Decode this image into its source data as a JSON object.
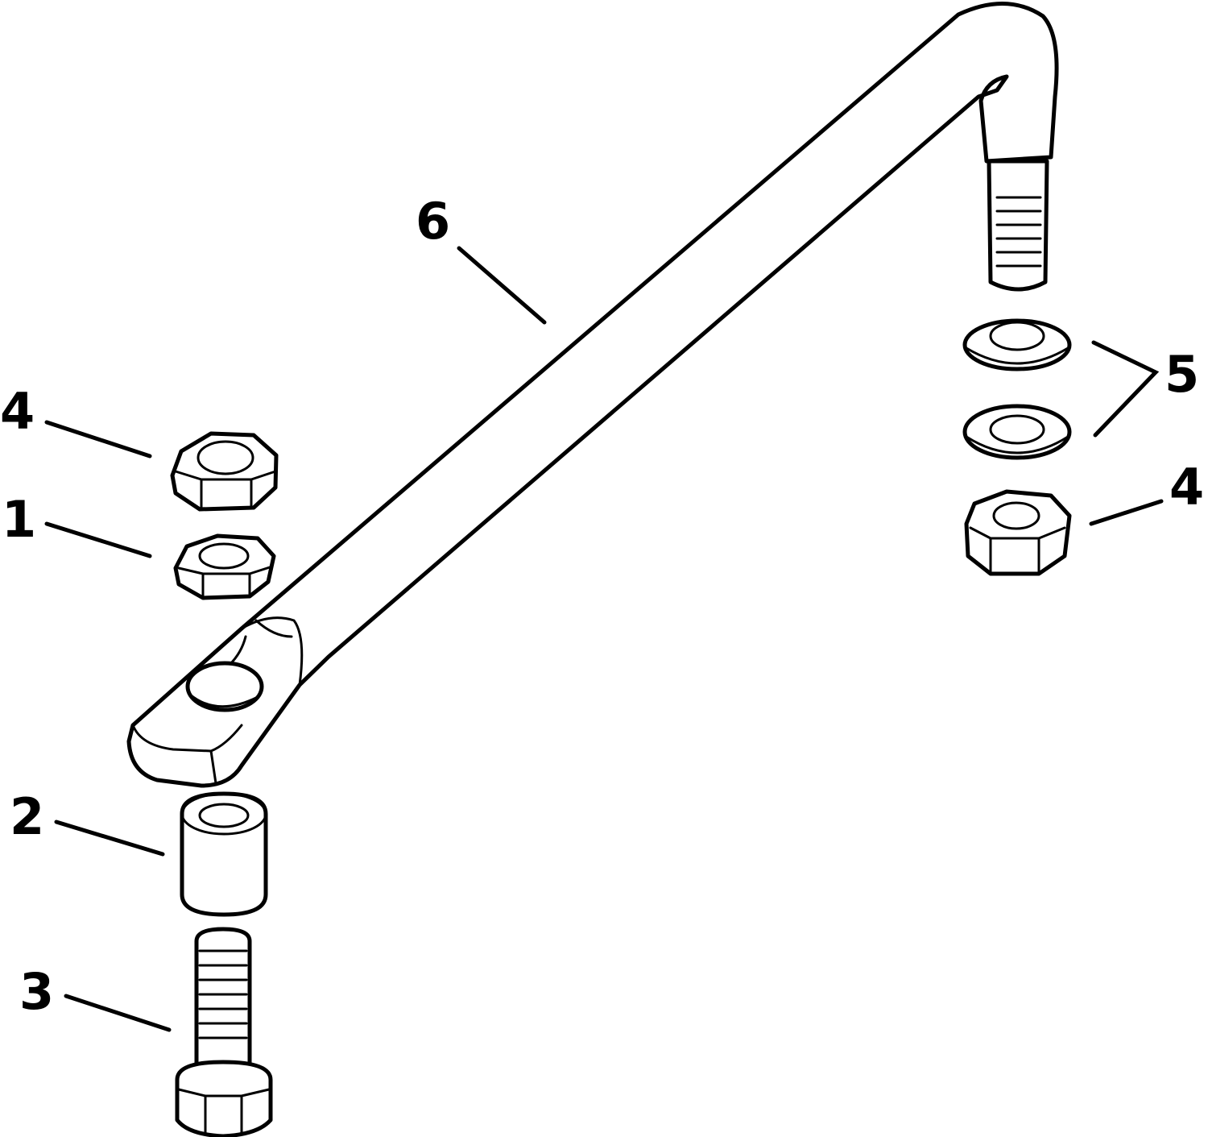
{
  "callouts": {
    "c4_left": "4",
    "c1": "1",
    "c2": "2",
    "c3": "3",
    "c6": "6",
    "c5": "5",
    "c4_right": "4"
  }
}
